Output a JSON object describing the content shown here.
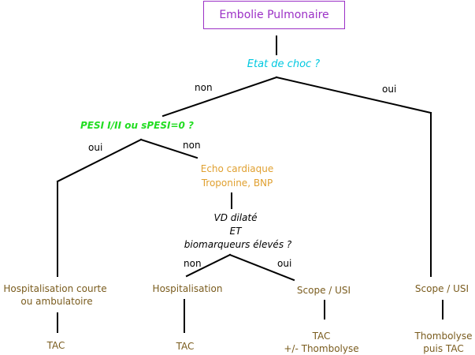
{
  "title": "Embolie Pulmonaire",
  "q1": "Etat de choc ?",
  "q1_non": "non",
  "q1_oui": "oui",
  "q2": "PESI I/II ou sPESI=0 ?",
  "q2_oui": "oui",
  "q2_non": "non",
  "exam": [
    "Echo cardiaque",
    "Troponine, BNP"
  ],
  "q3": [
    "VD dilaté",
    "ET",
    "biomarqueurs élevés ?"
  ],
  "q3_non": "non",
  "q3_oui": "oui",
  "outcomes": {
    "hosp_courte": [
      "Hospitalisation courte",
      "ou ambulatoire"
    ],
    "hosp": "Hospitalisation",
    "scope_mid": "Scope / USI",
    "scope_right": "Scope / USI"
  },
  "finals": {
    "tac_1": "TAC",
    "tac_2": "TAC",
    "tac_thromb": [
      "TAC",
      "+/- Thombolyse"
    ],
    "thromb_tac": [
      "Thombolyse",
      "puis TAC"
    ]
  },
  "colors": {
    "title": "#9b30c6",
    "question1": "#00c8e0",
    "question2": "#22dd22",
    "exam": "#e0a030",
    "outcome": "#7a5c1e"
  }
}
